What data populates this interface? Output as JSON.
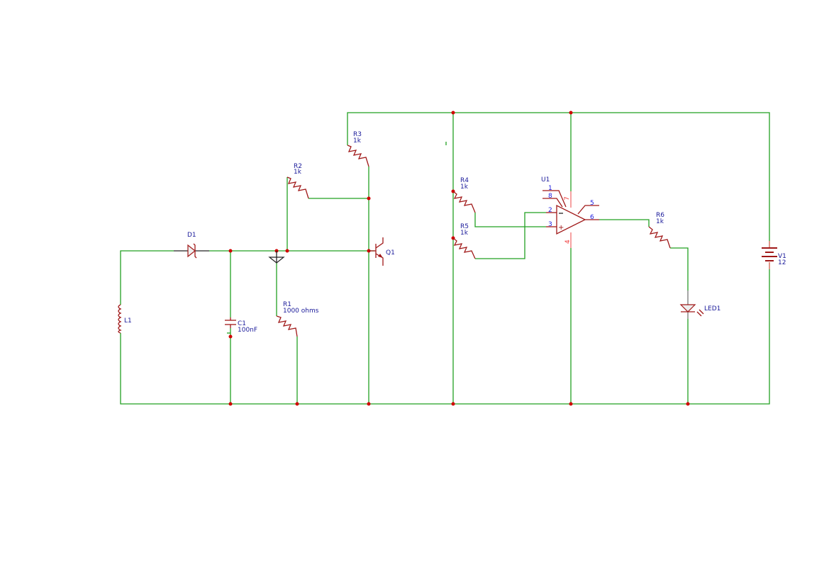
{
  "components": {
    "L1": {
      "ref": "L1"
    },
    "D1": {
      "ref": "D1"
    },
    "C1": {
      "ref": "C1",
      "value": "100nF"
    },
    "R1": {
      "ref": "R1",
      "value": "1000 ohms"
    },
    "R2": {
      "ref": "R2",
      "value": "1k"
    },
    "R3": {
      "ref": "R3",
      "value": "1k"
    },
    "Q1": {
      "ref": "Q1"
    },
    "R4": {
      "ref": "R4",
      "value": "1k"
    },
    "R5": {
      "ref": "R5",
      "value": "1k"
    },
    "U1": {
      "ref": "U1",
      "pins": [
        "1",
        "8",
        "2",
        "3",
        "5",
        "6",
        "7",
        "4"
      ]
    },
    "R6": {
      "ref": "R6",
      "value": "1k"
    },
    "LED1": {
      "ref": "LED1"
    },
    "V1": {
      "ref": "V1",
      "value": "12"
    }
  },
  "colors": {
    "wire": "#22a022",
    "component": "#a01818",
    "junction": "#d00000",
    "label": "#1a1a9a"
  }
}
